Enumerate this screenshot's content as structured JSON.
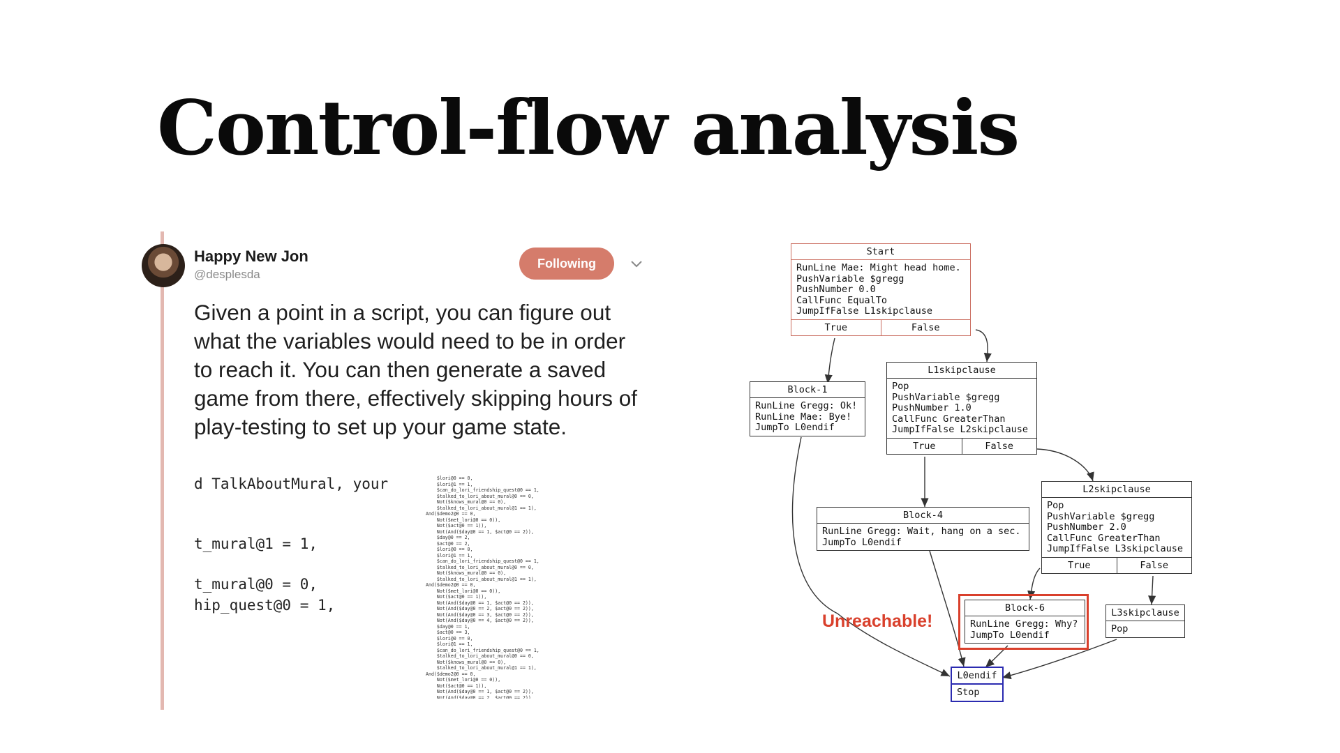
{
  "slide": {
    "title": "Control-flow analysis"
  },
  "tweet": {
    "name": "Happy New Jon",
    "handle": "@desplesda",
    "follow_label": "Following",
    "text": "Given a point in a script, you can figure out what the variables would need to be in order to reach it. You can then generate a saved game from there, effectively skipping hours of play-testing to set up your game state.",
    "code_lines": [
      "d TalkAboutMural, your",
      "t_mural@1 = 1,",
      "t_mural@0 = 0,",
      "hip_quest@0 = 1,"
    ],
    "tiny_code": "    $lori@0 == 0,\n    $lori@1 == 1,\n    $can_do_lori_friendship_quest@0 == 1,\n    $talked_to_lori_about_mural@0 == 0,\n    Not($knows_mural@0 == 0),\n    $talked_to_lori_about_mural@1 == 1),\nAnd($demo2@0 == 0,\n    Not($met_lori@0 == 0)),\n    Not($act@0 == 1)),\n    Not(And($day@0 == 1, $act@0 == 2)),\n    $day@0 == 2,\n    $act@0 == 2,\n    $lori@0 == 0,\n    $lori@1 == 1,\n    $can_do_lori_friendship_quest@0 == 1,\n    $talked_to_lori_about_mural@0 == 0,\n    Not($knows_mural@0 == 0),\n    $talked_to_lori_about_mural@1 == 1),\nAnd($demo2@0 == 0,\n    Not($met_lori@0 == 0)),\n    Not($act@0 == 1)),\n    Not(And($day@0 == 1, $act@0 == 2)),\n    Not(And($day@0 == 2, $act@0 == 2)),\n    Not(And($day@0 == 3, $act@0 == 2)),\n    Not(And($day@0 == 4, $act@0 == 2)),\n    $day@0 == 1,\n    $act@0 == 3,\n    $lori@0 == 0,\n    $lori@1 == 1,\n    $can_do_lori_friendship_quest@0 == 1,\n    $talked_to_lori_about_mural@0 == 0,\n    Not($knows_mural@0 == 0),\n    $talked_to_lori_about_mural@1 == 1),\nAnd($demo2@0 == 0,\n    Not($met_lori@0 == 0)),\n    Not($act@0 == 1)),\n    Not(And($day@0 == 1, $act@0 == 2)),\n    Not(And($day@0 == 2, $act@0 == 2)),"
  },
  "diagram": {
    "start": {
      "title": "Start",
      "body": "RunLine Mae: Might head home.\nPushVariable $gregg\nPushNumber 0.0\nCallFunc EqualTo\nJumpIfFalse L1skipclause",
      "t": "True",
      "f": "False"
    },
    "block1": {
      "title": "Block-1",
      "body": "RunLine Gregg: Ok!\nRunLine Mae: Bye!\nJumpTo L0endif"
    },
    "l1": {
      "title": "L1skipclause",
      "body": "Pop\nPushVariable $gregg\nPushNumber 1.0\nCallFunc GreaterThan\nJumpIfFalse L2skipclause",
      "t": "True",
      "f": "False"
    },
    "block4": {
      "title": "Block-4",
      "body": "RunLine Gregg: Wait, hang on a sec.\nJumpTo L0endif"
    },
    "l2": {
      "title": "L2skipclause",
      "body": "Pop\nPushVariable $gregg\nPushNumber 2.0\nCallFunc GreaterThan\nJumpIfFalse L3skipclause",
      "t": "True",
      "f": "False"
    },
    "block6": {
      "title": "Block-6",
      "body": "RunLine Gregg: Why?\nJumpTo L0endif"
    },
    "l3": {
      "title": "L3skipclause",
      "body": "Pop"
    },
    "l0": {
      "title": "L0endif",
      "body": "Stop"
    },
    "unreachable_label": "Unreachable!",
    "colors": {
      "start_border": "#c96a5c",
      "endif_border": "#2b2bb0",
      "highlight": "#d9402c"
    }
  }
}
